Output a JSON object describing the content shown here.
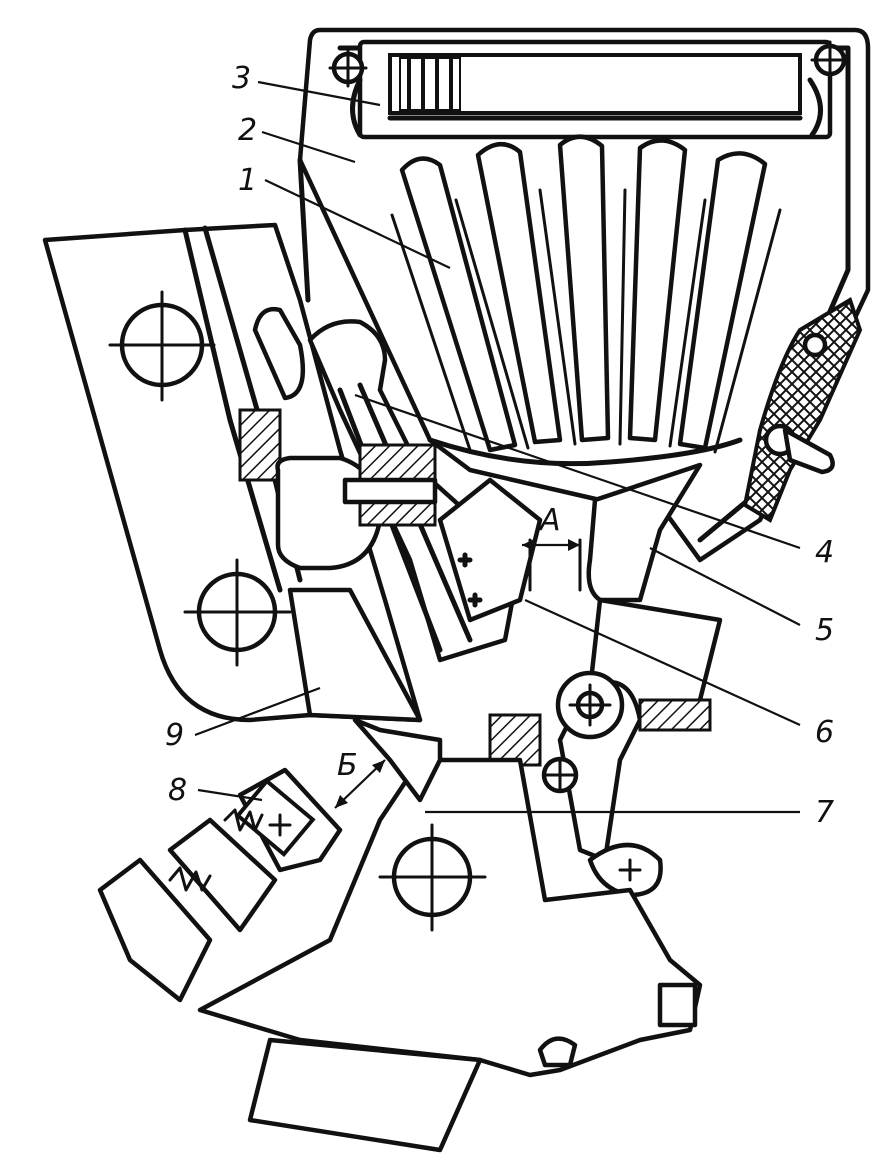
{
  "figure": {
    "labels": [
      {
        "id": "callout-1",
        "text": "1"
      },
      {
        "id": "callout-2",
        "text": "2"
      },
      {
        "id": "callout-3",
        "text": "3"
      },
      {
        "id": "callout-4",
        "text": "4"
      },
      {
        "id": "callout-5",
        "text": "5"
      },
      {
        "id": "callout-6",
        "text": "6"
      },
      {
        "id": "callout-7",
        "text": "7"
      },
      {
        "id": "callout-8",
        "text": "8"
      },
      {
        "id": "callout-9",
        "text": "9"
      }
    ],
    "dimensions": [
      {
        "id": "gap-a",
        "text": "A"
      },
      {
        "id": "gap-b",
        "text": "Б"
      }
    ]
  }
}
